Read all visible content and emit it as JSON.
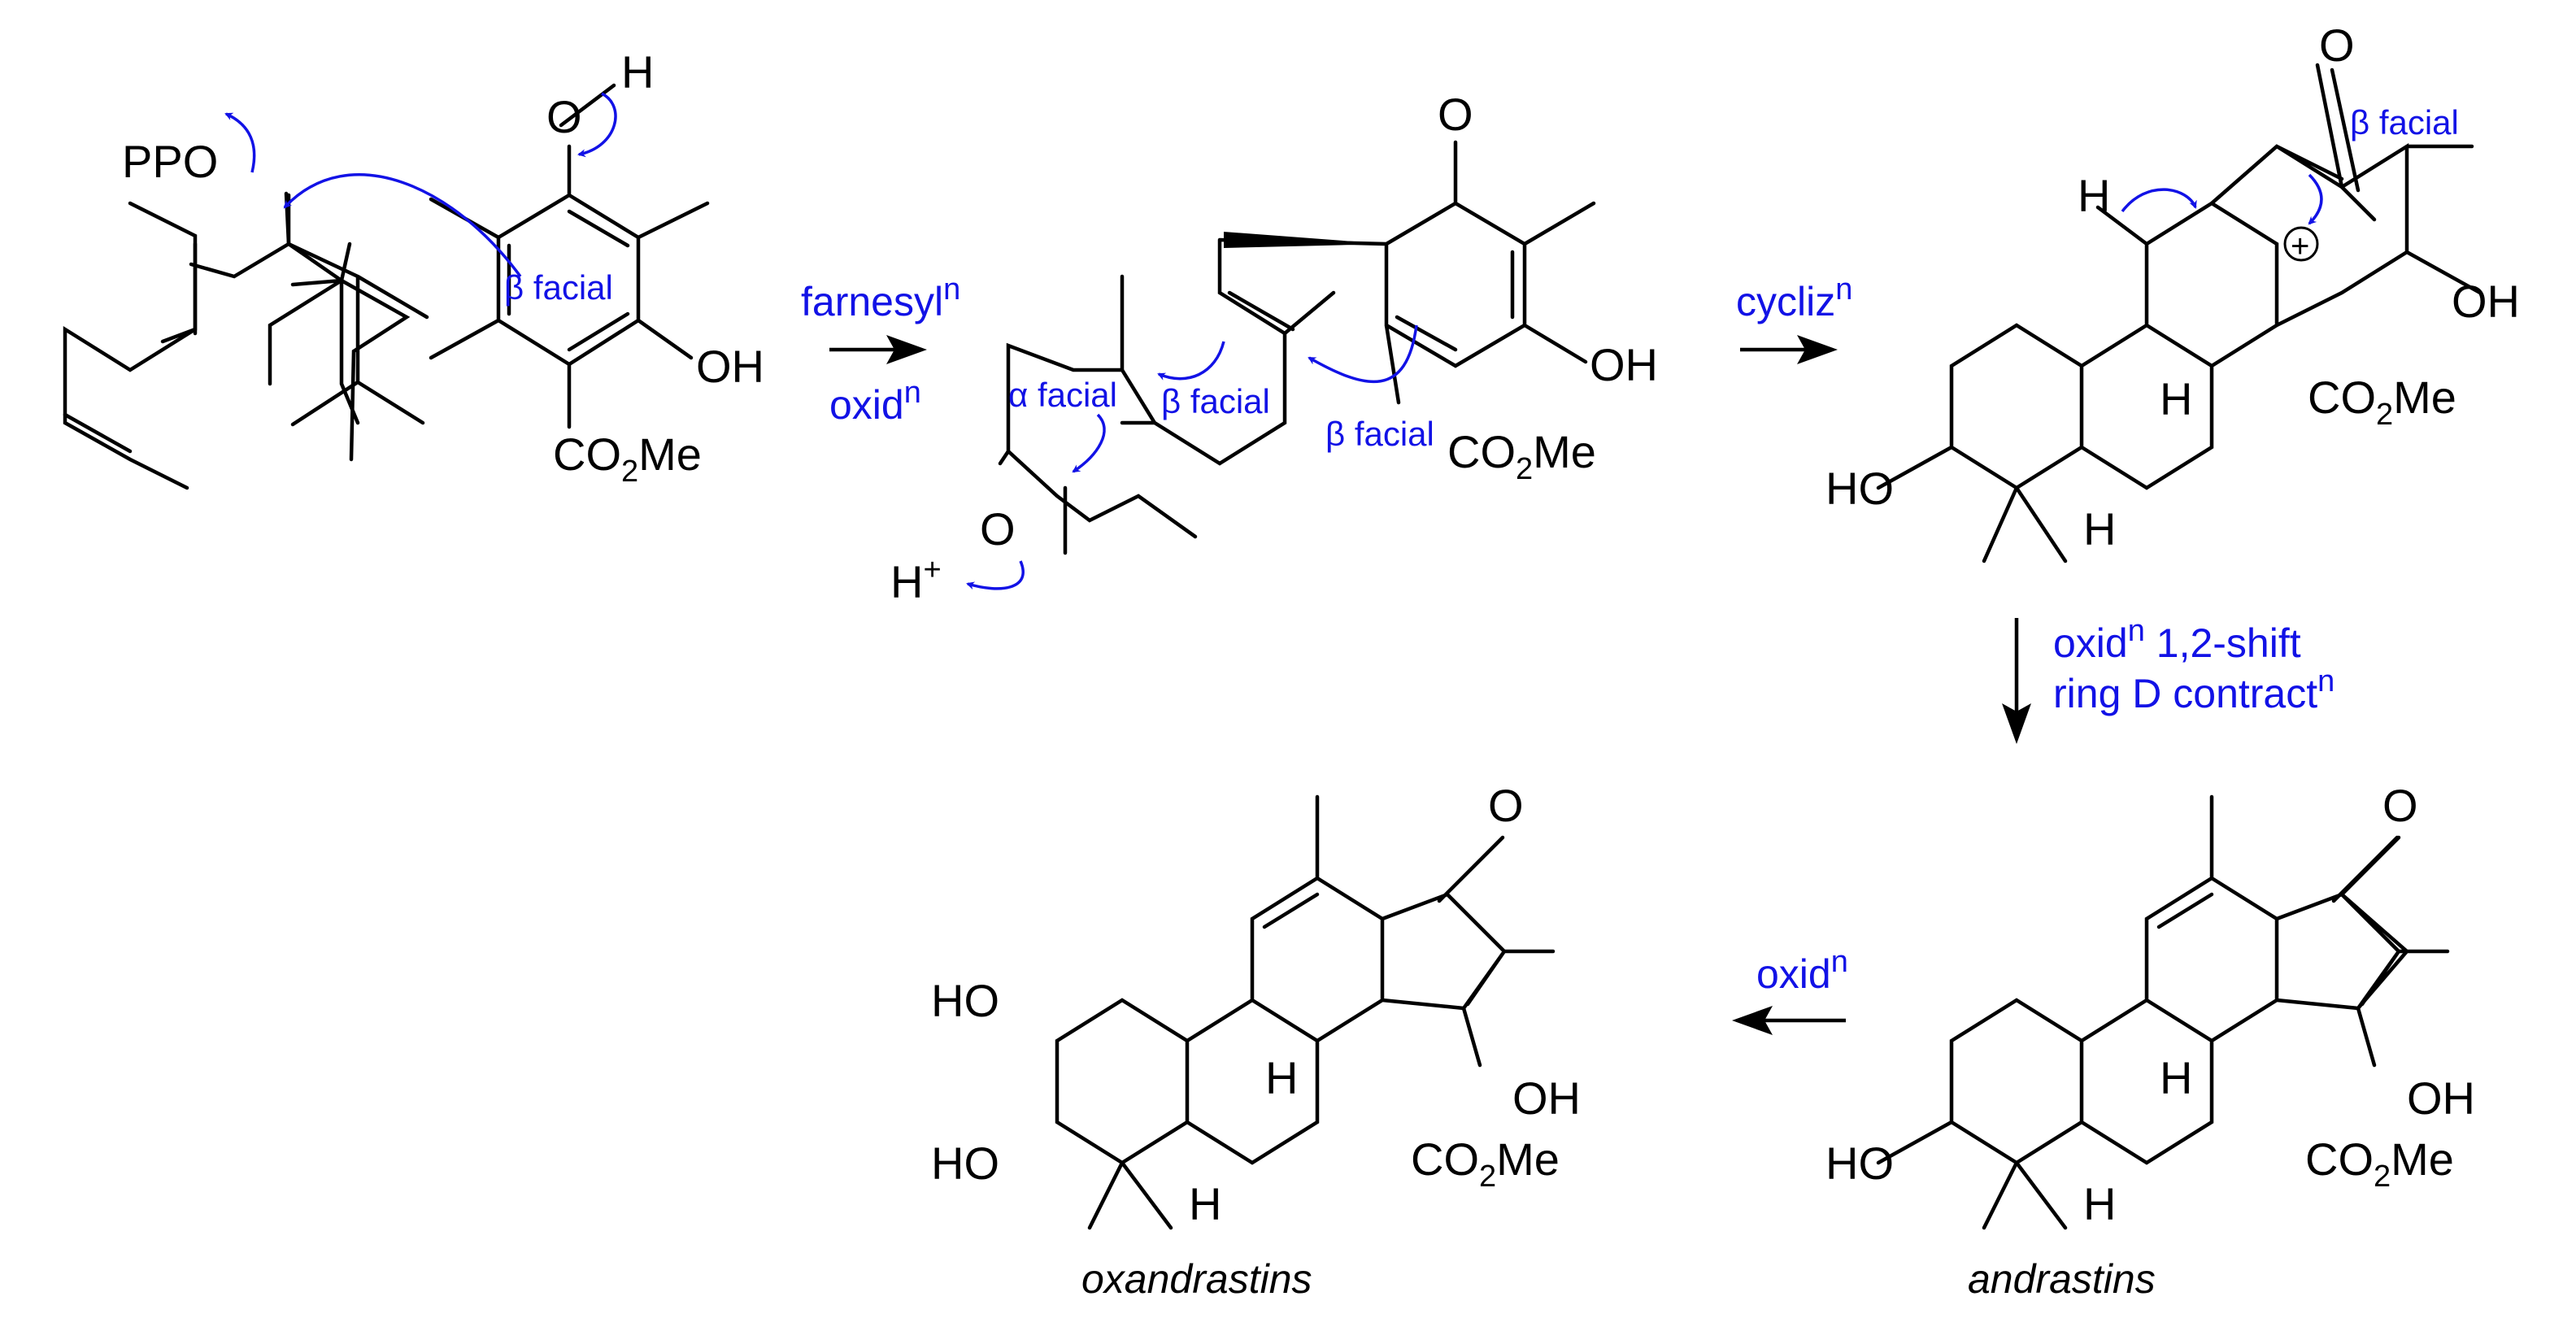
{
  "colors": {
    "arrow_blue": "#1212e6",
    "ink": "#000000",
    "background": "#ffffff"
  },
  "scheme": {
    "start_material": {
      "labels": {
        "ppo": "PPO",
        "o": "O",
        "h": "H",
        "oh": "OH",
        "co2me_a": "CO",
        "co2me_b": "2",
        "co2me_c": "Me"
      },
      "notes": {
        "beta_facial": "β facial"
      }
    },
    "step1": {
      "label_a": "farnesyl",
      "label_a_sup": "n",
      "label_b": "oxid",
      "label_b_sup": "n"
    },
    "intermediate": {
      "labels": {
        "o_ketone": "O",
        "oh": "OH",
        "co2me_a": "CO",
        "co2me_b": "2",
        "co2me_c": "Me",
        "o_epoxide": "O",
        "h_plus": "H",
        "h_plus_sup": "+"
      },
      "notes": {
        "alpha_facial": "α facial",
        "beta_facial_1": "β facial",
        "beta_facial_2": "β facial"
      }
    },
    "step2": {
      "label": "cycliz",
      "label_sup": "n"
    },
    "cation": {
      "labels": {
        "o_ketone": "O",
        "h_left": "H",
        "oh": "OH",
        "co2me_a": "CO",
        "co2me_b": "2",
        "co2me_c": "Me",
        "h_c9": "H",
        "h_c5": "H",
        "ho": "HO",
        "plus": "+"
      },
      "notes": {
        "beta_facial": "β facial"
      }
    },
    "step3": {
      "line1_a": "oxid",
      "line1_sup": "n",
      "line1_b": " 1,2-shift",
      "line2_a": "ring D contract",
      "line2_sup": "n"
    },
    "andrastins": {
      "name": "andrastins",
      "labels": {
        "o": "O",
        "oh": "OH",
        "co2me_a": "CO",
        "co2me_b": "2",
        "co2me_c": "Me",
        "h_c9": "H",
        "h_c5": "H",
        "ho": "HO"
      }
    },
    "step4": {
      "label": "oxid",
      "label_sup": "n"
    },
    "oxandrastins": {
      "name": "oxandrastins",
      "labels": {
        "o": "O",
        "oh": "OH",
        "co2me_a": "CO",
        "co2me_b": "2",
        "co2me_c": "Me",
        "h_c9": "H",
        "h_c5": "H",
        "ho_top": "HO",
        "ho_bottom": "HO"
      }
    }
  }
}
